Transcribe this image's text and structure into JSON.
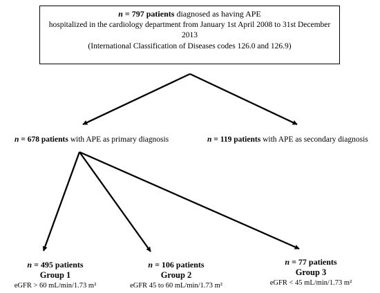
{
  "top": {
    "n_prefix": "n",
    "n_value": " = 797 patients",
    "line1_rest": " diagnosed as having APE",
    "line2": "hospitalized in the cardiology department from January 1st April 2008 to 31st December 2013",
    "line3": "(International Classification of Diseases codes 126.0 and 126.9)"
  },
  "primary": {
    "n_prefix": "n",
    "n_value": " = 678 patients",
    "rest": " with APE as primary diagnosis"
  },
  "secondary": {
    "n_prefix": "n",
    "n_value": " = 119 patients",
    "rest": " with APE as secondary diagnosis"
  },
  "groups": [
    {
      "n_prefix": "n",
      "n_value": " = 495 patients",
      "name": "Group 1",
      "egfr": "eGFR > 60 mL/min/1.73 m²"
    },
    {
      "n_prefix": "n",
      "n_value": " = 106 patients",
      "name": "Group 2",
      "egfr": "eGFR 45 to 60 mL/min/1.73 m²"
    },
    {
      "n_prefix": "n",
      "n_value": " = 77 patients",
      "name": "Group 3",
      "egfr": "eGFR < 45 mL/min/1.73 m²"
    }
  ]
}
